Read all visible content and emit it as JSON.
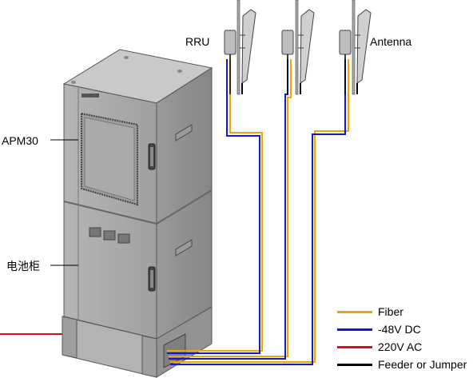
{
  "labels": {
    "rru": "RRU",
    "antenna": "Antenna",
    "apm30": "APM30",
    "battery_cabinet": "电池柜"
  },
  "legend": [
    {
      "label": "Fiber",
      "color": "#f0a500"
    },
    {
      "label": "-48V DC",
      "color": "#1515e0"
    },
    {
      "label": "220V AC",
      "color": "#e01010"
    },
    {
      "label": "Feeder or Jumper",
      "color": "#000000"
    }
  ],
  "colors": {
    "fiber": "#f0a500",
    "dc": "#1515e0",
    "ac": "#e01010",
    "feeder": "#000000",
    "cabinet_front": "#a9a9a9",
    "cabinet_side": "#8f8f8f",
    "cabinet_top": "#c8c8c8"
  }
}
